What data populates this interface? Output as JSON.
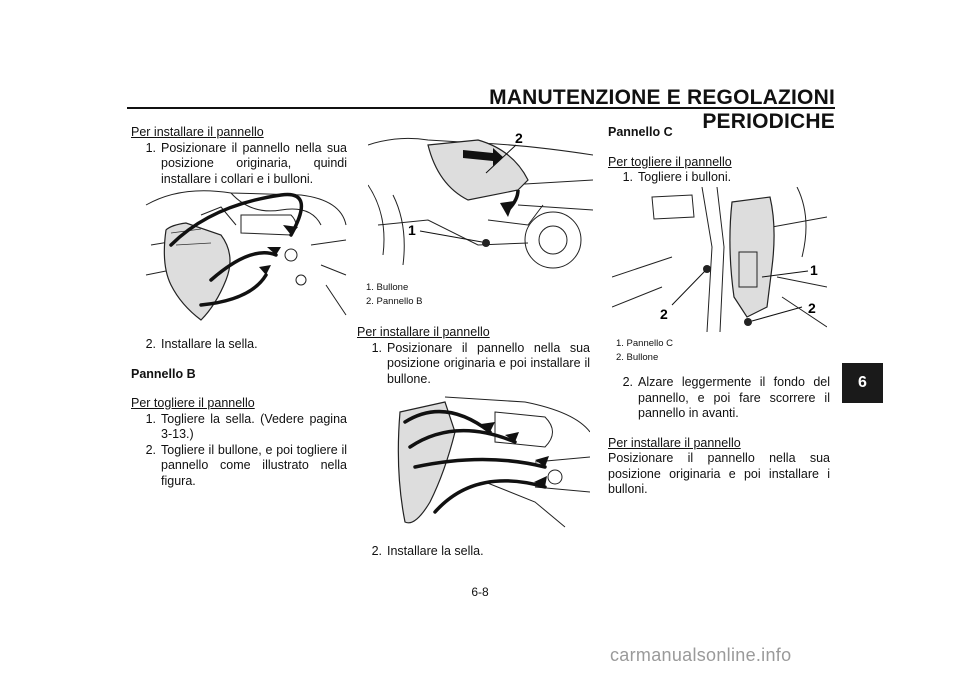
{
  "header": {
    "title": "MANUTENZIONE E REGOLAZIONI PERIODICHE"
  },
  "chapter_tab": "6",
  "page_number": "6-8",
  "col1": {
    "install_heading": "Per installare il pannello",
    "install_steps": [
      {
        "n": "1.",
        "text": "Posizionare il pannello nella sua posizione originaria, quindi installare i collari e i bulloni."
      },
      {
        "n": "2.",
        "text": "Installare la sella."
      }
    ],
    "panel_b_title": "Pannello B",
    "remove_heading": "Per togliere il pannello",
    "remove_steps": [
      {
        "n": "1.",
        "text": "Togliere la sella. (Vedere pagina 3-13.)"
      },
      {
        "n": "2.",
        "text": "Togliere il bullone, e poi togliere il pannello come illustrato nella figura."
      }
    ]
  },
  "col2": {
    "fig_labels": [
      "1",
      "2"
    ],
    "captions": [
      "1. Bullone",
      "2. Pannello B"
    ],
    "install_heading": "Per installare il pannello",
    "install_steps": [
      {
        "n": "1.",
        "text": "Posizionare il pannello nella sua posizione originaria e poi installare il bullone."
      },
      {
        "n": "2.",
        "text": "Installare la sella."
      }
    ]
  },
  "col3": {
    "panel_c_title": "Pannello C",
    "remove_heading": "Per togliere il pannello",
    "remove_steps": [
      {
        "n": "1.",
        "text": "Togliere i bulloni."
      },
      {
        "n": "2.",
        "text": "Alzare leggermente il fondo del pannello, e poi fare scorrere il pannello in avanti."
      }
    ],
    "fig_labels": [
      "1",
      "2",
      "2"
    ],
    "captions": [
      "1. Pannello C",
      "2. Bullone"
    ],
    "install_heading": "Per installare il pannello",
    "install_text": "Posizionare il pannello nella sua posizione originaria e poi installare i bulloni."
  },
  "watermark": "carmanualsonline.info"
}
